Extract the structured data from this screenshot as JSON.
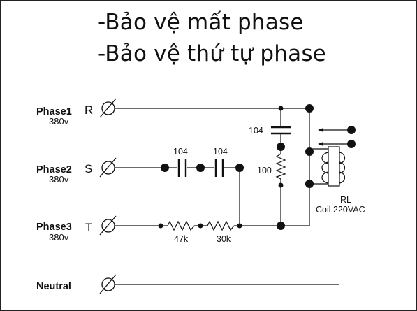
{
  "titles": {
    "line1": "-Bảo vệ mất phase",
    "line2": "-Bảo vệ thứ tự phase"
  },
  "phases": [
    {
      "name": "Phase1",
      "voltage": "380v",
      "terminal": "R"
    },
    {
      "name": "Phase2",
      "voltage": "380v",
      "terminal": "S"
    },
    {
      "name": "Phase3",
      "voltage": "380v",
      "terminal": "T"
    },
    {
      "name": "Neutral"
    }
  ],
  "components": {
    "cap1": "104",
    "cap2": "104",
    "cap3": "104",
    "res_vertical": "100",
    "res1": "47k",
    "res2": "30k"
  },
  "relay": {
    "name": "RL",
    "coil": "Coil  220VAC"
  },
  "colors": {
    "line": "#111111",
    "background": "#ffffff"
  }
}
